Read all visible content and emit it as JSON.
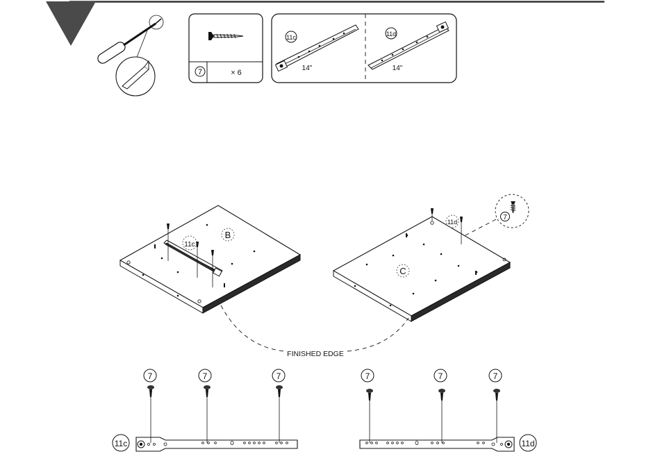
{
  "tools": {
    "screw_part_number": "7",
    "screw_quantity": "× 6",
    "slide_left_part": "11c",
    "slide_left_length": "14\"",
    "slide_right_part": "11d",
    "slide_right_length": "14\""
  },
  "panels": {
    "left_label": "B",
    "left_slide_label": "11c",
    "right_label": "C",
    "right_slide_label": "11d",
    "detail_screw_label": "7",
    "finished_edge_label": "FINISHED EDGE"
  },
  "details": {
    "left_slide_label": "11c",
    "right_slide_label": "11d",
    "left_screws": [
      "7",
      "7",
      "7"
    ],
    "right_screws": [
      "7",
      "7",
      "7"
    ]
  }
}
